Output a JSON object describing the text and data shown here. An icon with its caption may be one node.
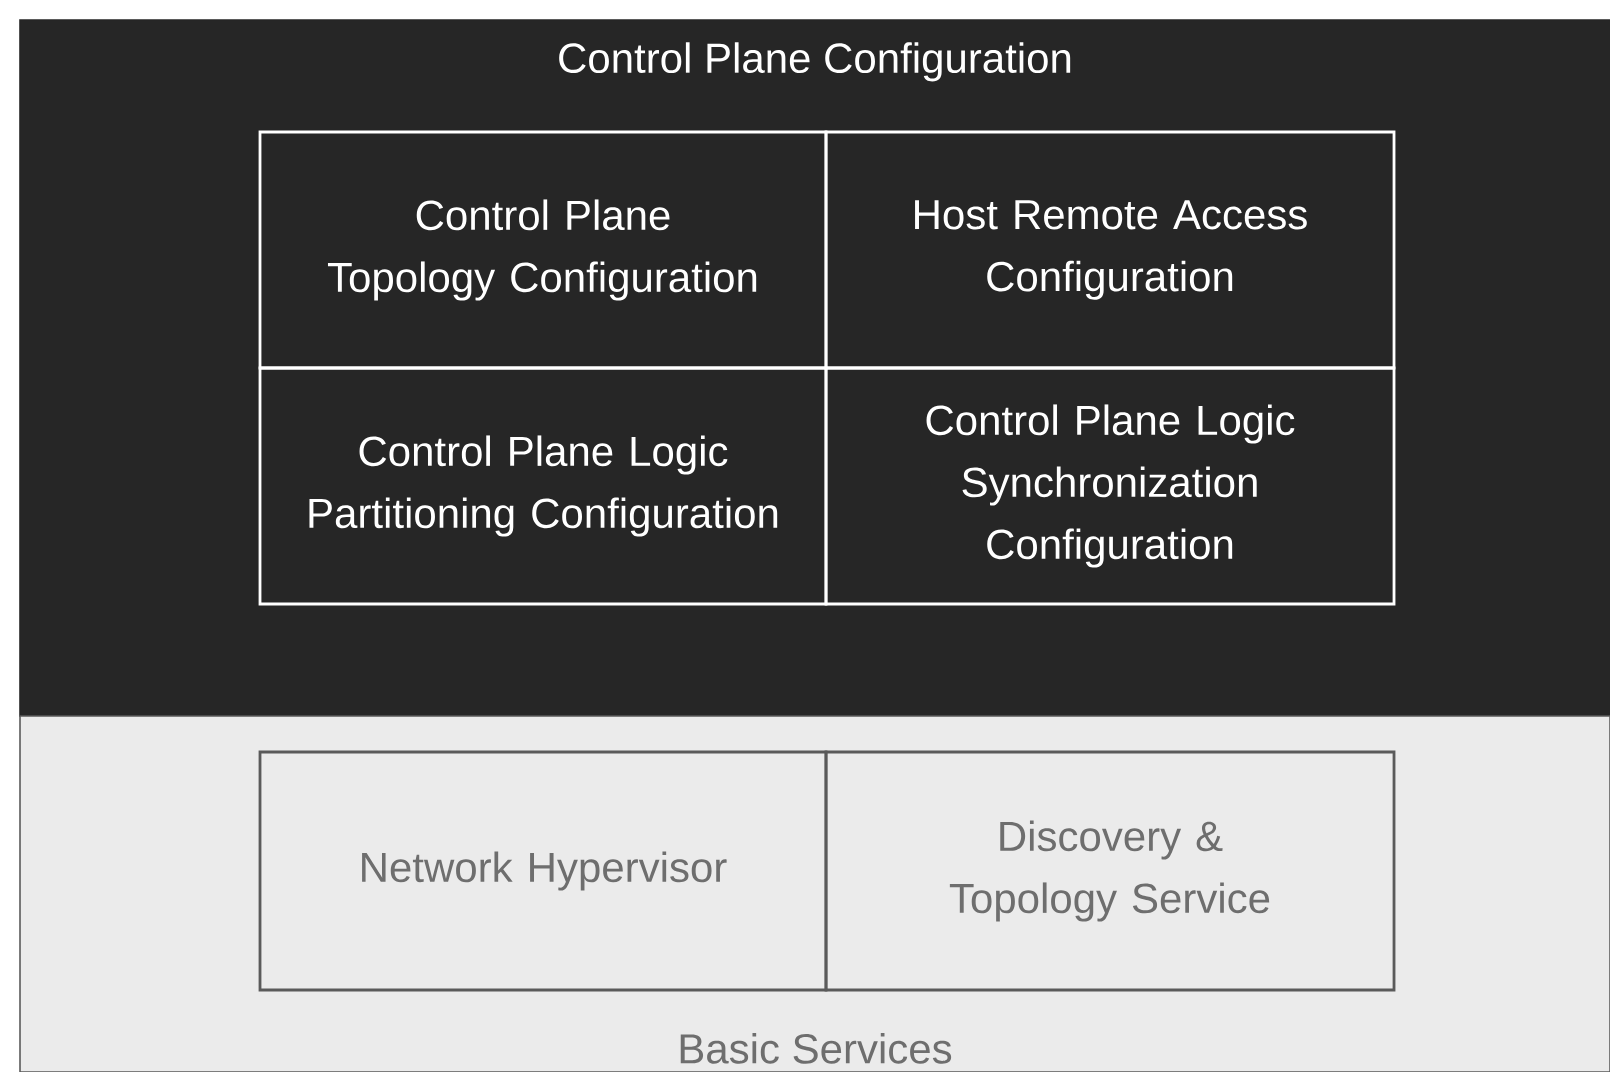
{
  "diagram": {
    "nodes": [
      {
        "text": [
          "Control Plane Configuration"
        ]
      },
      {
        "text": [
          "Control Plane Topology Configuration"
        ],
        "in": 0
      },
      {
        "text": [
          "Host Remote Access Configuration"
        ],
        "in": 0
      },
      {
        "text": [
          "Control Plane Logic Partitioning Configuration"
        ],
        "in": 0
      },
      {
        "text": [
          "Control Plane Logic Synchronization Configuration"
        ],
        "in": 0
      },
      {
        "text": [
          "Basic Services"
        ]
      },
      {
        "text": [
          "Network Hypervisor"
        ],
        "in": 5
      },
      {
        "text": [
          "Discovery & Topology Service"
        ],
        "in": 5
      }
    ]
  }
}
